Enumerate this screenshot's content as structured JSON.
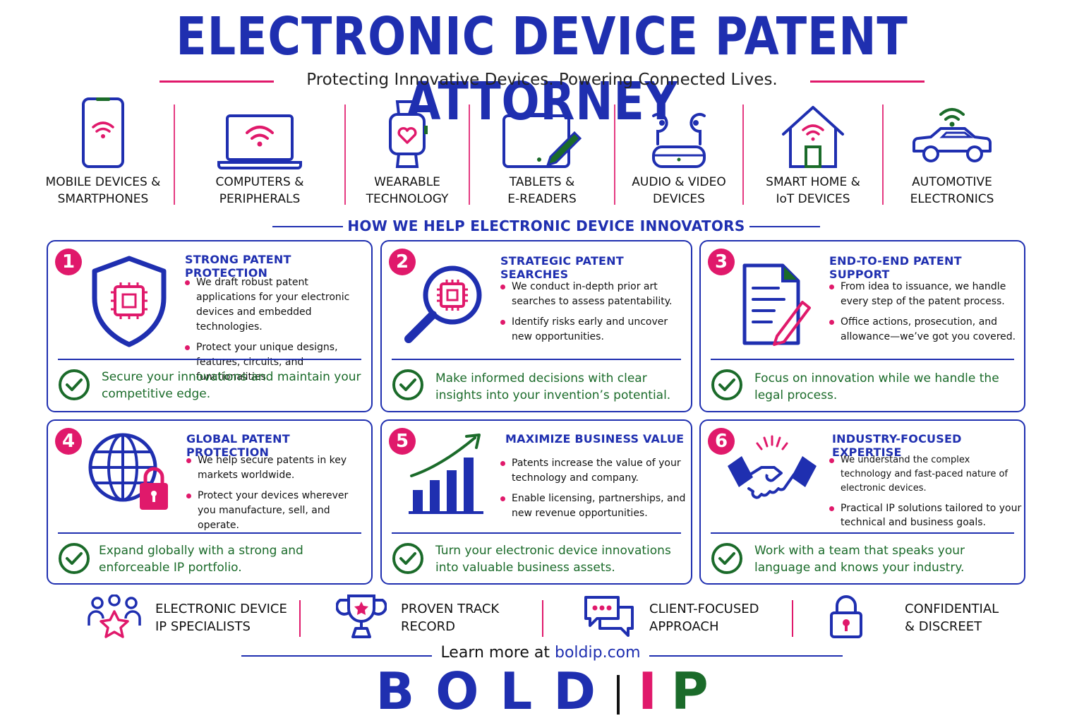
{
  "header": {
    "title": "ELECTRONIC DEVICE PATENT ATTORNEY",
    "subtitle": "Protecting Innovative Devices. Powering Connected Lives."
  },
  "categories": [
    {
      "line1": "MOBILE DEVICES &",
      "line2": "SMARTPHONES",
      "icon": "smartphone-wifi-icon"
    },
    {
      "line1": "COMPUTERS &",
      "line2": "PERIPHERALS",
      "icon": "laptop-wifi-icon"
    },
    {
      "line1": "WEARABLE",
      "line2": "TECHNOLOGY",
      "icon": "smartwatch-heart-icon"
    },
    {
      "line1": "TABLETS &",
      "line2": "E-READERS",
      "icon": "tablet-pen-icon"
    },
    {
      "line1": "AUDIO & VIDEO",
      "line2": "DEVICES",
      "icon": "earbuds-icon"
    },
    {
      "line1": "SMART HOME &",
      "line2": "IoT DEVICES",
      "icon": "smart-home-icon"
    },
    {
      "line1": "AUTOMOTIVE",
      "line2": "ELECTRONICS",
      "icon": "connected-car-icon"
    }
  ],
  "section_title": "HOW WE HELP ELECTRONIC DEVICE INNOVATORS",
  "cards": [
    {
      "number": "1",
      "title": "STRONG PATENT PROTECTION",
      "icon": "shield-chip-icon",
      "bullets": [
        "We draft robust patent applications for your electronic devices and embedded technologies.",
        "Protect your unique designs, features, circuits, and functionalities."
      ],
      "benefit": "Secure your innovations and maintain your competitive edge."
    },
    {
      "number": "2",
      "title": "STRATEGIC PATENT SEARCHES",
      "icon": "magnifier-chip-icon",
      "bullets": [
        "We conduct in-depth prior art searches to assess patentability.",
        "Identify risks early and uncover new opportunities."
      ],
      "benefit": "Make informed decisions with clear insights into your invention’s potential."
    },
    {
      "number": "3",
      "title": "END-TO-END PATENT SUPPORT",
      "icon": "document-pen-icon",
      "bullets": [
        "From idea to issuance, we handle every step of the patent process.",
        "Office actions, prosecution, and allowance—we’ve got you covered."
      ],
      "benefit": "Focus on innovation while we handle the legal process."
    },
    {
      "number": "4",
      "title": "GLOBAL PATENT PROTECTION",
      "icon": "globe-lock-icon",
      "bullets": [
        "We help secure patents in key markets worldwide.",
        "Protect your devices wherever you manufacture, sell, and operate."
      ],
      "benefit": "Expand globally with a strong and enforceable IP portfolio."
    },
    {
      "number": "5",
      "title": "MAXIMIZE BUSINESS VALUE",
      "icon": "growth-chart-icon",
      "bullets": [
        "Patents increase the value of your technology and company.",
        "Enable licensing, partnerships, and new revenue opportunities."
      ],
      "benefit": "Turn your electronic device innovations into valuable business assets."
    },
    {
      "number": "6",
      "title": "INDUSTRY-FOCUSED EXPERTISE",
      "icon": "handshake-icon",
      "bullets": [
        "We understand the complex technology and fast-paced nature of electronic devices.",
        "Practical IP solutions tailored to your technical and business goals."
      ],
      "benefit": "Work with a team that speaks your language and knows your industry."
    }
  ],
  "features": [
    {
      "line1": "ELECTRONIC DEVICE",
      "line2": "IP SPECIALISTS",
      "icon": "team-star-icon"
    },
    {
      "line1": "PROVEN TRACK",
      "line2": "RECORD",
      "icon": "trophy-icon"
    },
    {
      "line1": "CLIENT-FOCUSED",
      "line2": "APPROACH",
      "icon": "chat-bubbles-icon"
    },
    {
      "line1": "CONFIDENTIAL",
      "line2": "& DISCREET",
      "icon": "padlock-icon"
    }
  ],
  "footer": {
    "learn_prefix": "Learn more at ",
    "url": "boldip.com",
    "brand_bold": "BOLD",
    "brand_i": "I",
    "brand_p": "P"
  },
  "colors": {
    "blue": "#1f2fb0",
    "pink": "#e0196b",
    "green": "#1b6b2a"
  }
}
